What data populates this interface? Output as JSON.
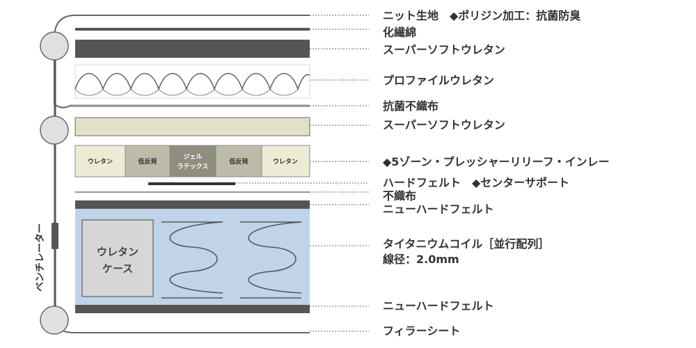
{
  "layers": {
    "knit": "ニット生地　◆ポリジン加工：抗菌防臭",
    "fiber": "化繊綿",
    "soft_urethane_1": "スーパーソフトウレタン",
    "profile_urethane": "プロファイルウレタン",
    "antibac_nonwoven": "抗菌不織布",
    "soft_urethane_2": "スーパーソフトウレタン",
    "zone_inlay": "◆5ゾーン・プレッシャーリリーフ・インレー",
    "hard_felt": "ハードフェルト　◆センターサポート",
    "nonwoven": "不織布",
    "new_hard_felt_1": "ニューハードフェルト",
    "coil_line1": "タイタニウムコイル［並行配列］",
    "coil_line2": "線径：2.0mm",
    "new_hard_felt_2": "ニューハードフェルト",
    "filler_sheet": "フィラーシート"
  },
  "zones": [
    "ウレタン",
    "低反発",
    "ジェル",
    "ラテックス",
    "低反発",
    "ウレタン"
  ],
  "case_label": [
    "ウレタン",
    "ケース"
  ],
  "ventilator": "ベンチレーター",
  "colors": {
    "dark_band": "#555555",
    "cream_band": "#e2e1c8",
    "zone_light": "#ecebd6",
    "zone_mid": "#bdbcaa",
    "zone_gel": "#8f8e7f",
    "coil_area": "#c1d3e8",
    "case_fill": "#d6d6d6"
  }
}
